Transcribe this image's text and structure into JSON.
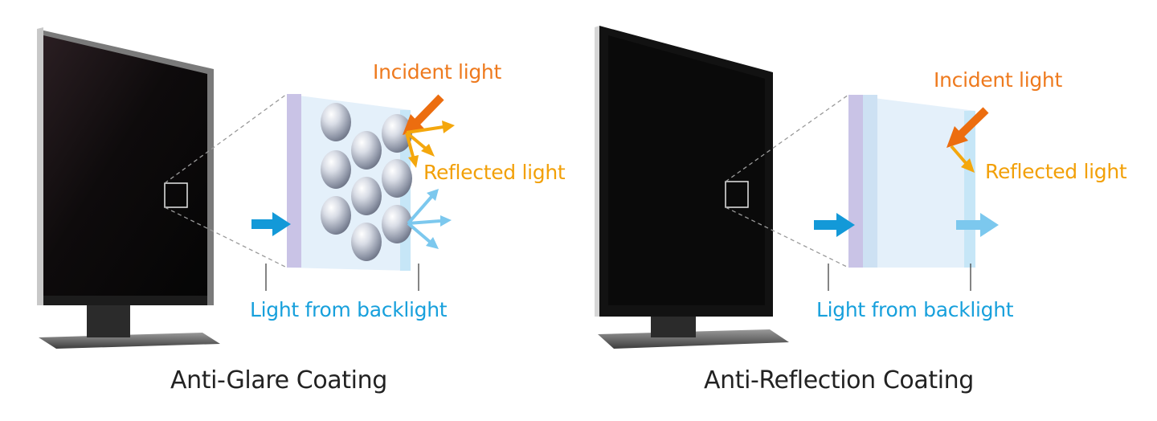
{
  "colors": {
    "incident": "#ee7a1e",
    "reflected": "#f2a008",
    "backlight": "#17a0dc",
    "backlight_light": "#7cc8ee"
  },
  "left": {
    "incident_label": "Incident light",
    "reflected_label": "Reflected light",
    "backlight_label": "Light from backlight",
    "caption": "Anti-Glare Coating"
  },
  "right": {
    "incident_label": "Incident light",
    "reflected_label": "Reflected light",
    "backlight_label": "Light from backlight",
    "caption": "Anti-Reflection Coating"
  }
}
